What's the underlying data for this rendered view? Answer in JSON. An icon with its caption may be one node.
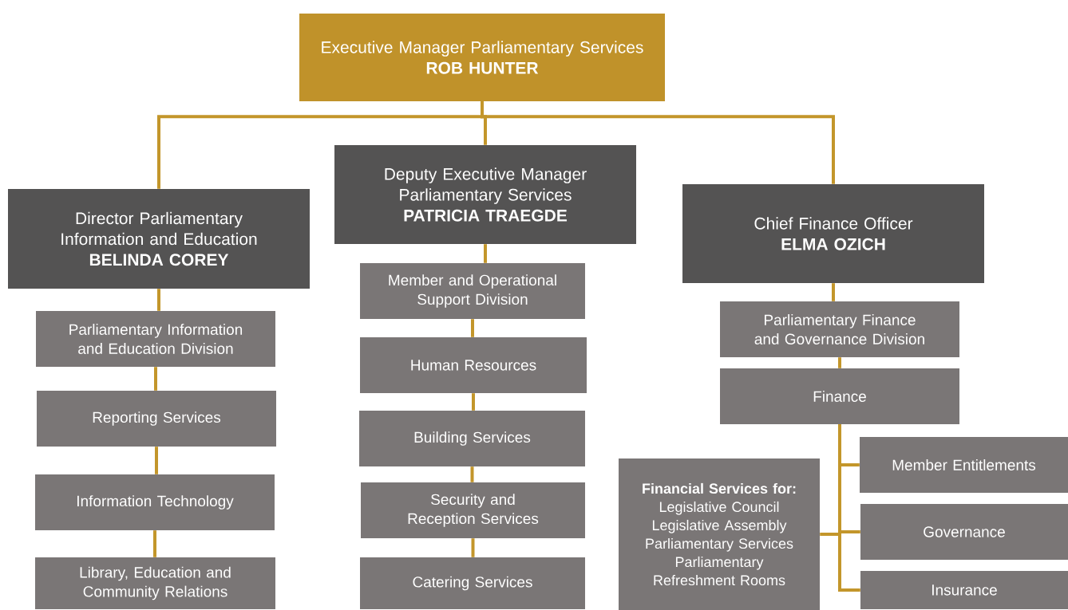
{
  "diagram": {
    "nodes": [
      {
        "text": [
          "Executive Manager Parliamentary Services",
          "ROB HUNTER"
        ]
      },
      {
        "text": [
          "Director Parliamentary Information and Education",
          "BELINDA COREY"
        ]
      },
      {
        "text": [
          "Deputy Executive Manager Parliamentary Services",
          "PATRICIA TRAEGDE"
        ]
      },
      {
        "text": [
          "Chief Finance Officer",
          "ELMA OZICH"
        ]
      },
      {
        "text": [
          "Parliamentary Information and Education Division"
        ]
      },
      {
        "text": [
          "Reporting Services"
        ]
      },
      {
        "text": [
          "Information Technology"
        ]
      },
      {
        "text": [
          "Library, Education and Community Relations"
        ]
      },
      {
        "text": [
          "Member and Operational Support Division"
        ]
      },
      {
        "text": [
          "Human Resources"
        ]
      },
      {
        "text": [
          "Building Services"
        ]
      },
      {
        "text": [
          "Security and Reception Services"
        ]
      },
      {
        "text": [
          "Catering Services"
        ]
      },
      {
        "text": [
          "Parliamentary Finance and Governance Division"
        ]
      },
      {
        "text": [
          "Finance"
        ]
      },
      {
        "text": [
          "Member Entitlements"
        ]
      },
      {
        "text": [
          "Financial Services for:",
          "Legislative Council",
          "Legislative Assembly",
          "Parliamentary Services",
          "Parliamentary Refreshment Rooms"
        ]
      },
      {
        "text": [
          "Governance"
        ]
      },
      {
        "text": [
          "Insurance"
        ]
      }
    ],
    "edges": [
      {
        "from": 0,
        "to": 1,
        "arrow": "none"
      },
      {
        "from": 0,
        "to": 2,
        "arrow": "none"
      },
      {
        "from": 0,
        "to": 3,
        "arrow": "none"
      },
      {
        "from": 1,
        "to": 4,
        "arrow": "none"
      },
      {
        "from": 4,
        "to": 5,
        "arrow": "none"
      },
      {
        "from": 5,
        "to": 6,
        "arrow": "none"
      },
      {
        "from": 6,
        "to": 7,
        "arrow": "none"
      },
      {
        "from": 2,
        "to": 8,
        "arrow": "none"
      },
      {
        "from": 8,
        "to": 9,
        "arrow": "none"
      },
      {
        "from": 9,
        "to": 10,
        "arrow": "none"
      },
      {
        "from": 10,
        "to": 11,
        "arrow": "none"
      },
      {
        "from": 11,
        "to": 12,
        "arrow": "none"
      },
      {
        "from": 3,
        "to": 13,
        "arrow": "none"
      },
      {
        "from": 13,
        "to": 14,
        "arrow": "none"
      },
      {
        "from": 14,
        "to": 15,
        "arrow": "none"
      },
      {
        "from": 14,
        "to": 16,
        "arrow": "none"
      },
      {
        "from": 14,
        "to": 17,
        "arrow": "none"
      },
      {
        "from": 14,
        "to": 18,
        "arrow": "none"
      }
    ]
  }
}
